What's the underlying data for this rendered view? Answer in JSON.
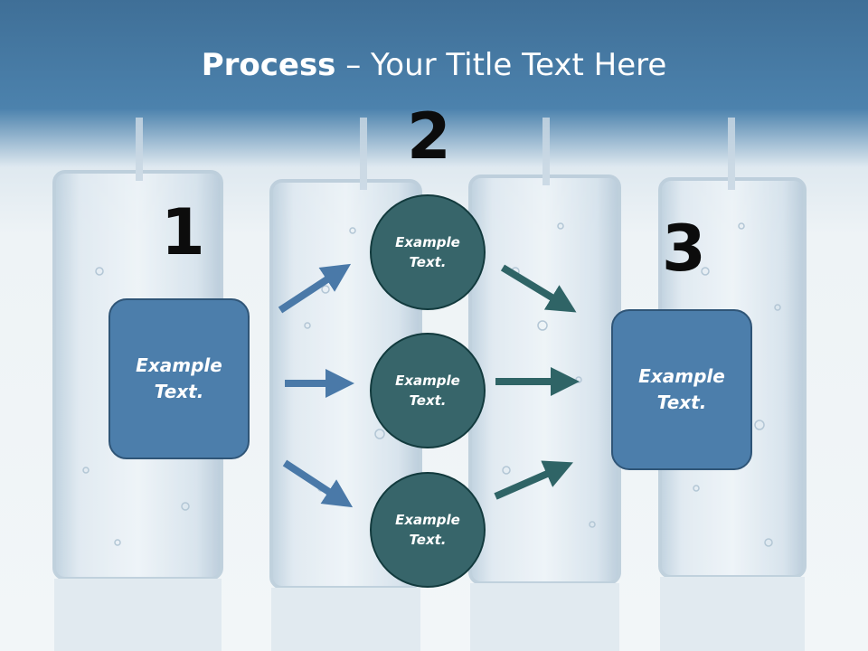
{
  "slide": {
    "title_bold": "Process",
    "title_rest": " – Your Title Text Here",
    "steps": [
      "1",
      "2",
      "3"
    ],
    "left_box_text": "Example\nText.",
    "right_box_text": "Example\nText.",
    "circles": [
      "Example\nText.",
      "Example\nText.",
      "Example\nText."
    ]
  },
  "colors": {
    "header_blue": "#4c82ad",
    "box_blue": "#4c7eab",
    "circle_teal": "#37656a",
    "arrow_blue": "#4a79a8",
    "arrow_teal": "#2f6466"
  }
}
